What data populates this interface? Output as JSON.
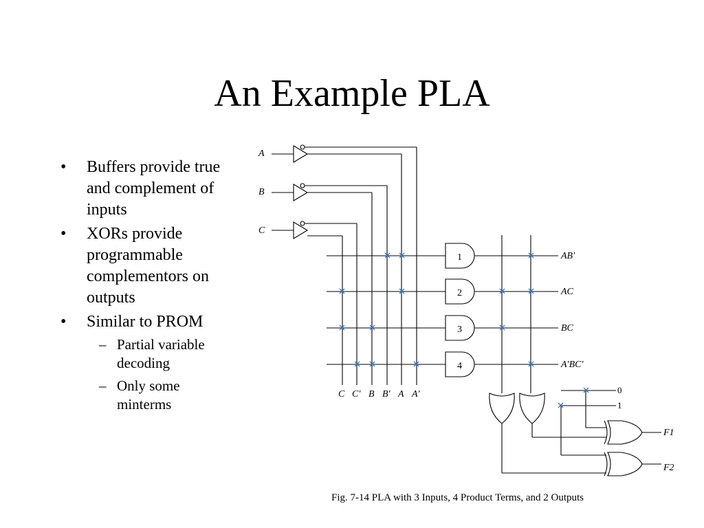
{
  "slide": {
    "title": "An Example PLA",
    "bullets": [
      "Buffers provide true and complement of inputs",
      "XORs provide programmable complementors on outputs",
      "Similar to PROM"
    ],
    "sub_bullets": [
      "Partial variable decoding",
      "Only some minterms"
    ]
  },
  "figure": {
    "caption": "Fig. 7-14  PLA with 3 Inputs, 4 Product Terms, and 2 Outputs",
    "inputs": [
      "A",
      "B",
      "C"
    ],
    "column_labels": [
      "C",
      "C′",
      "B",
      "B′",
      "A",
      "A′"
    ],
    "and_gates": [
      "1",
      "2",
      "3",
      "4"
    ],
    "product_terms": [
      "AB′",
      "AC",
      "BC",
      "A′BC′"
    ],
    "control_labels": [
      "0",
      "1"
    ],
    "outputs": [
      "F1",
      "F2"
    ],
    "cross_color": "#2f78c6"
  }
}
